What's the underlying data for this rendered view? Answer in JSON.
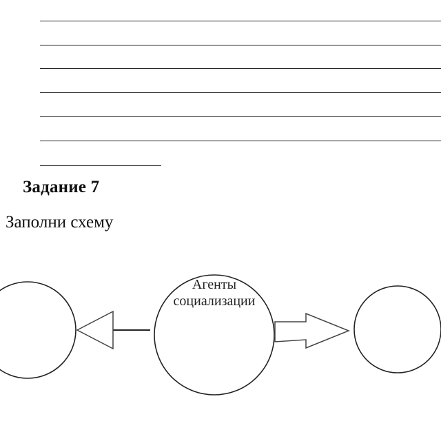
{
  "task": {
    "title": "Задание 7",
    "instruction": "Заполни схему"
  },
  "scheme": {
    "center_label_line1": "Агенты",
    "center_label_line2": "социализации",
    "left_circle_text": "",
    "right_circle_text": ""
  },
  "colors": {
    "ink": "#222222",
    "background": "#ffffff"
  }
}
